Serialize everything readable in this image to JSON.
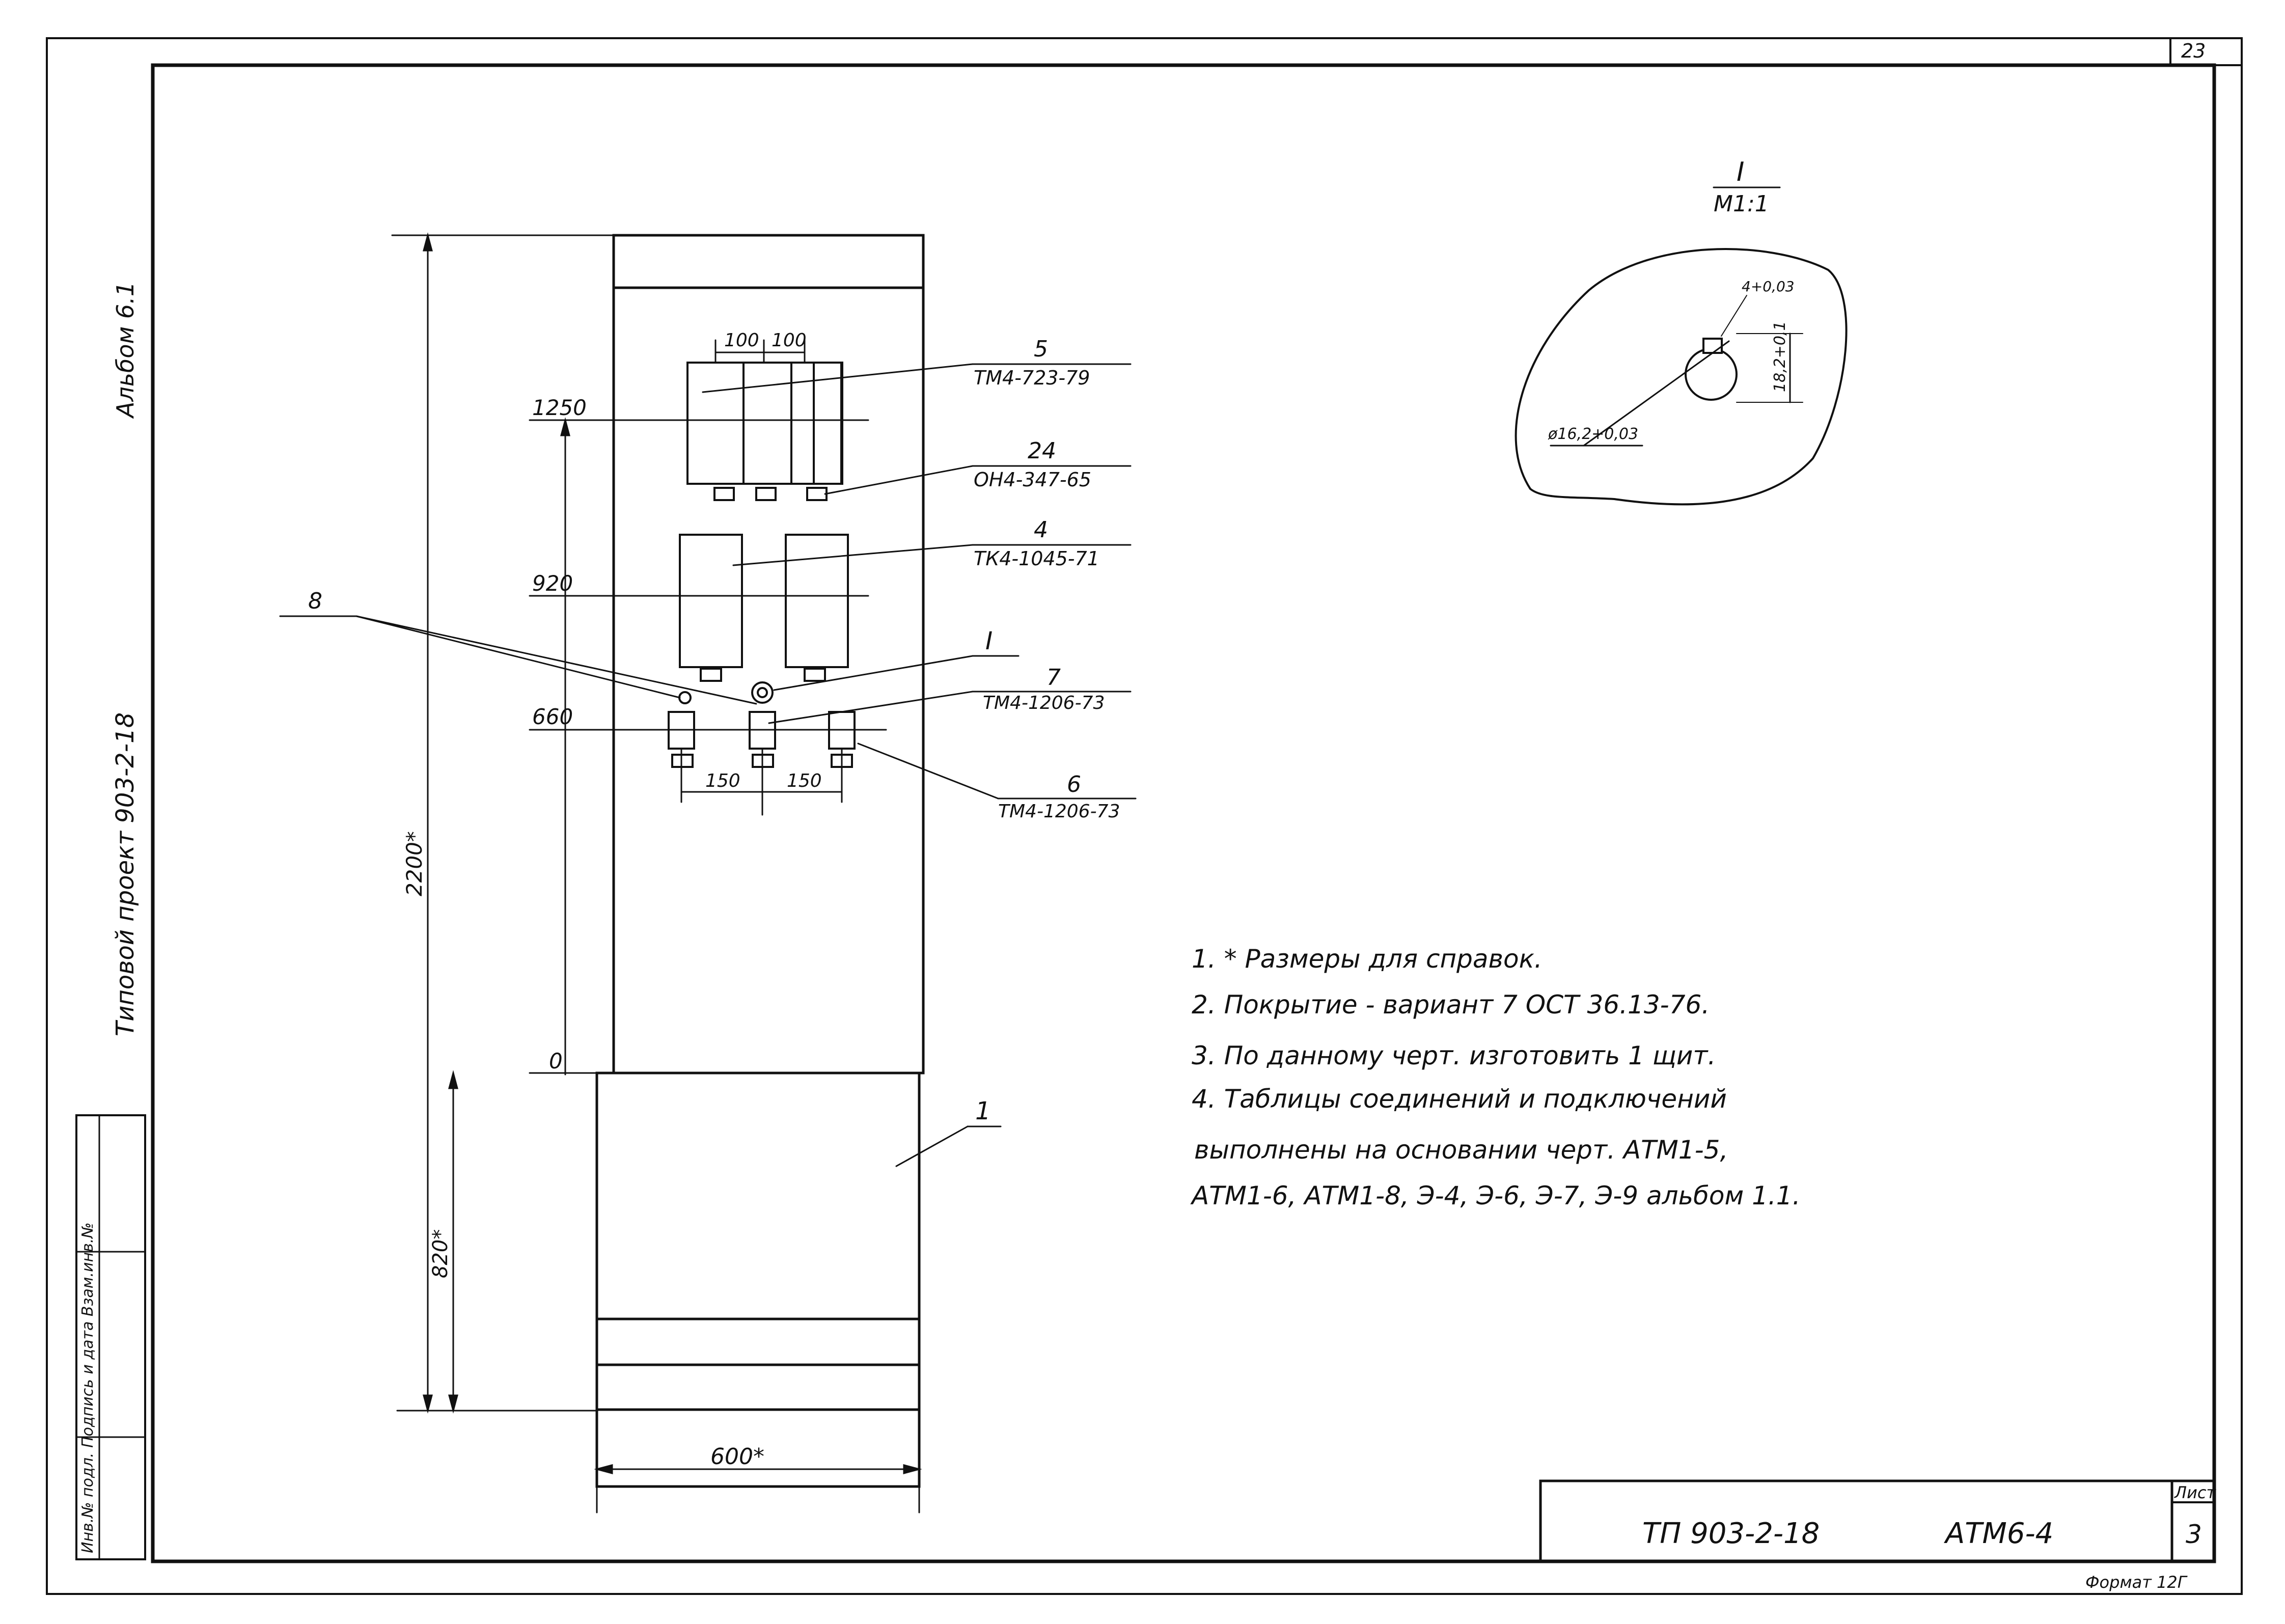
{
  "sheet": {
    "number_top": "23",
    "format_label": "Формат 12Г"
  },
  "side": {
    "album": "Альбом 6.1",
    "project": "Типовой проект 903-2-18",
    "stamp": "Инв.№ подл. Подпись и дата Взам.инв.№"
  },
  "title_block": {
    "code": "ТП 903-2-18",
    "drawing": "АТМ6-4",
    "sheet_label": "Лист",
    "sheet_no": "3"
  },
  "detail": {
    "mark": "I",
    "scale": "М1:1",
    "dim_hole": "ø16,2+0,03",
    "dim_width": "4+0,03",
    "dim_height": "18,2+0,1"
  },
  "panel": {
    "levels": [
      "1250",
      "920",
      "660",
      "0"
    ],
    "top_dims": [
      "100",
      "100"
    ],
    "bottom_dims": [
      "150",
      "150"
    ],
    "height_total": "2200*",
    "height_base": "820*",
    "width": "600*",
    "callout_I": "I"
  },
  "callouts": [
    {
      "pos": "5",
      "ref": "ТМ4-723-79"
    },
    {
      "pos": "24",
      "ref": "ОН4-347-65"
    },
    {
      "pos": "4",
      "ref": "ТК4-1045-71"
    },
    {
      "pos": "7",
      "ref": "ТМ4-1206-73"
    },
    {
      "pos": "6",
      "ref": "ТМ4-1206-73"
    },
    {
      "pos": "8",
      "ref": ""
    },
    {
      "pos": "1",
      "ref": ""
    }
  ],
  "notes": [
    "1. * Размеры для справок.",
    "2. Покрытие - вариант 7 ОСТ 36.13-76.",
    "3. По данному черт. изготовить 1 щит.",
    "4. Таблицы соединений и подключений",
    "выполнены на основании черт. АТМ1-5,",
    "АТМ1-6, АТМ1-8, Э-4, Э-6, Э-7, Э-9 альбом 1.1."
  ]
}
